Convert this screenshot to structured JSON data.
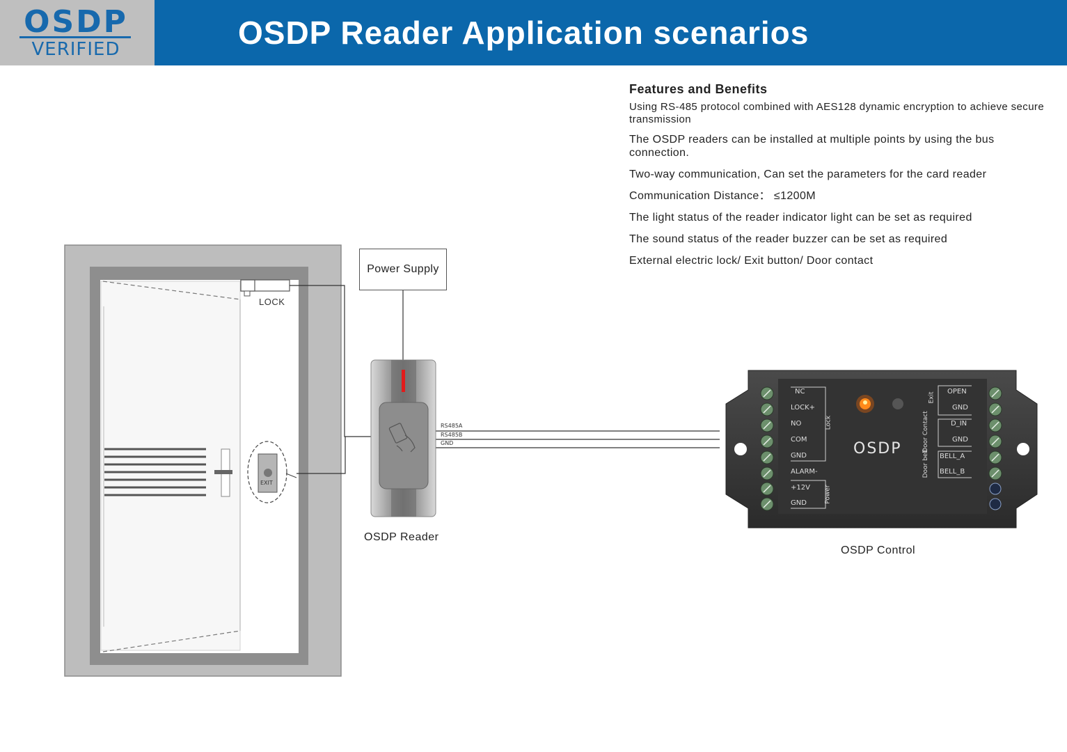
{
  "header": {
    "logo_main": "OSDP",
    "logo_sub": "VERIFIED",
    "title": "OSDP Reader Application scenarios"
  },
  "features": {
    "heading": "Features and Benefits",
    "items": [
      "Using RS-485 protocol combined with AES128 dynamic encryption to achieve secure transmission",
      "The OSDP readers can be installed at multiple points by using the bus connection.",
      "Two-way communication, Can set the parameters for the card reader",
      "Communication Distance： ≤1200M",
      "The light status of the reader indicator light can be set as required",
      "The sound status of the reader buzzer can be set as required",
      "External electric lock/ Exit button/ Door contact"
    ]
  },
  "diagram": {
    "lock_label": "LOCK",
    "exit_label": "EXIT",
    "power_supply": "Power Supply",
    "reader_label": "OSDP Reader",
    "control_label": "OSDP Control",
    "wires": [
      "RS485A",
      "RS485B",
      "GND"
    ],
    "controller_brand": "OSDP",
    "left_terminals": [
      "NC",
      "LOCK+",
      "NO",
      "COM",
      "GND",
      "ALARM-",
      "+12V",
      "GND"
    ],
    "left_groups": [
      "Lock",
      "Power"
    ],
    "right_terminals": [
      "OPEN",
      "GND",
      "D_IN",
      "GND",
      "BELL_A",
      "BELL_B"
    ],
    "right_groups": [
      "Exit",
      "Door Contact",
      "Door bell"
    ],
    "icons": [
      "door-icon",
      "card-tap-icon",
      "led-indicator-icon",
      "screw-terminal-icon"
    ]
  }
}
